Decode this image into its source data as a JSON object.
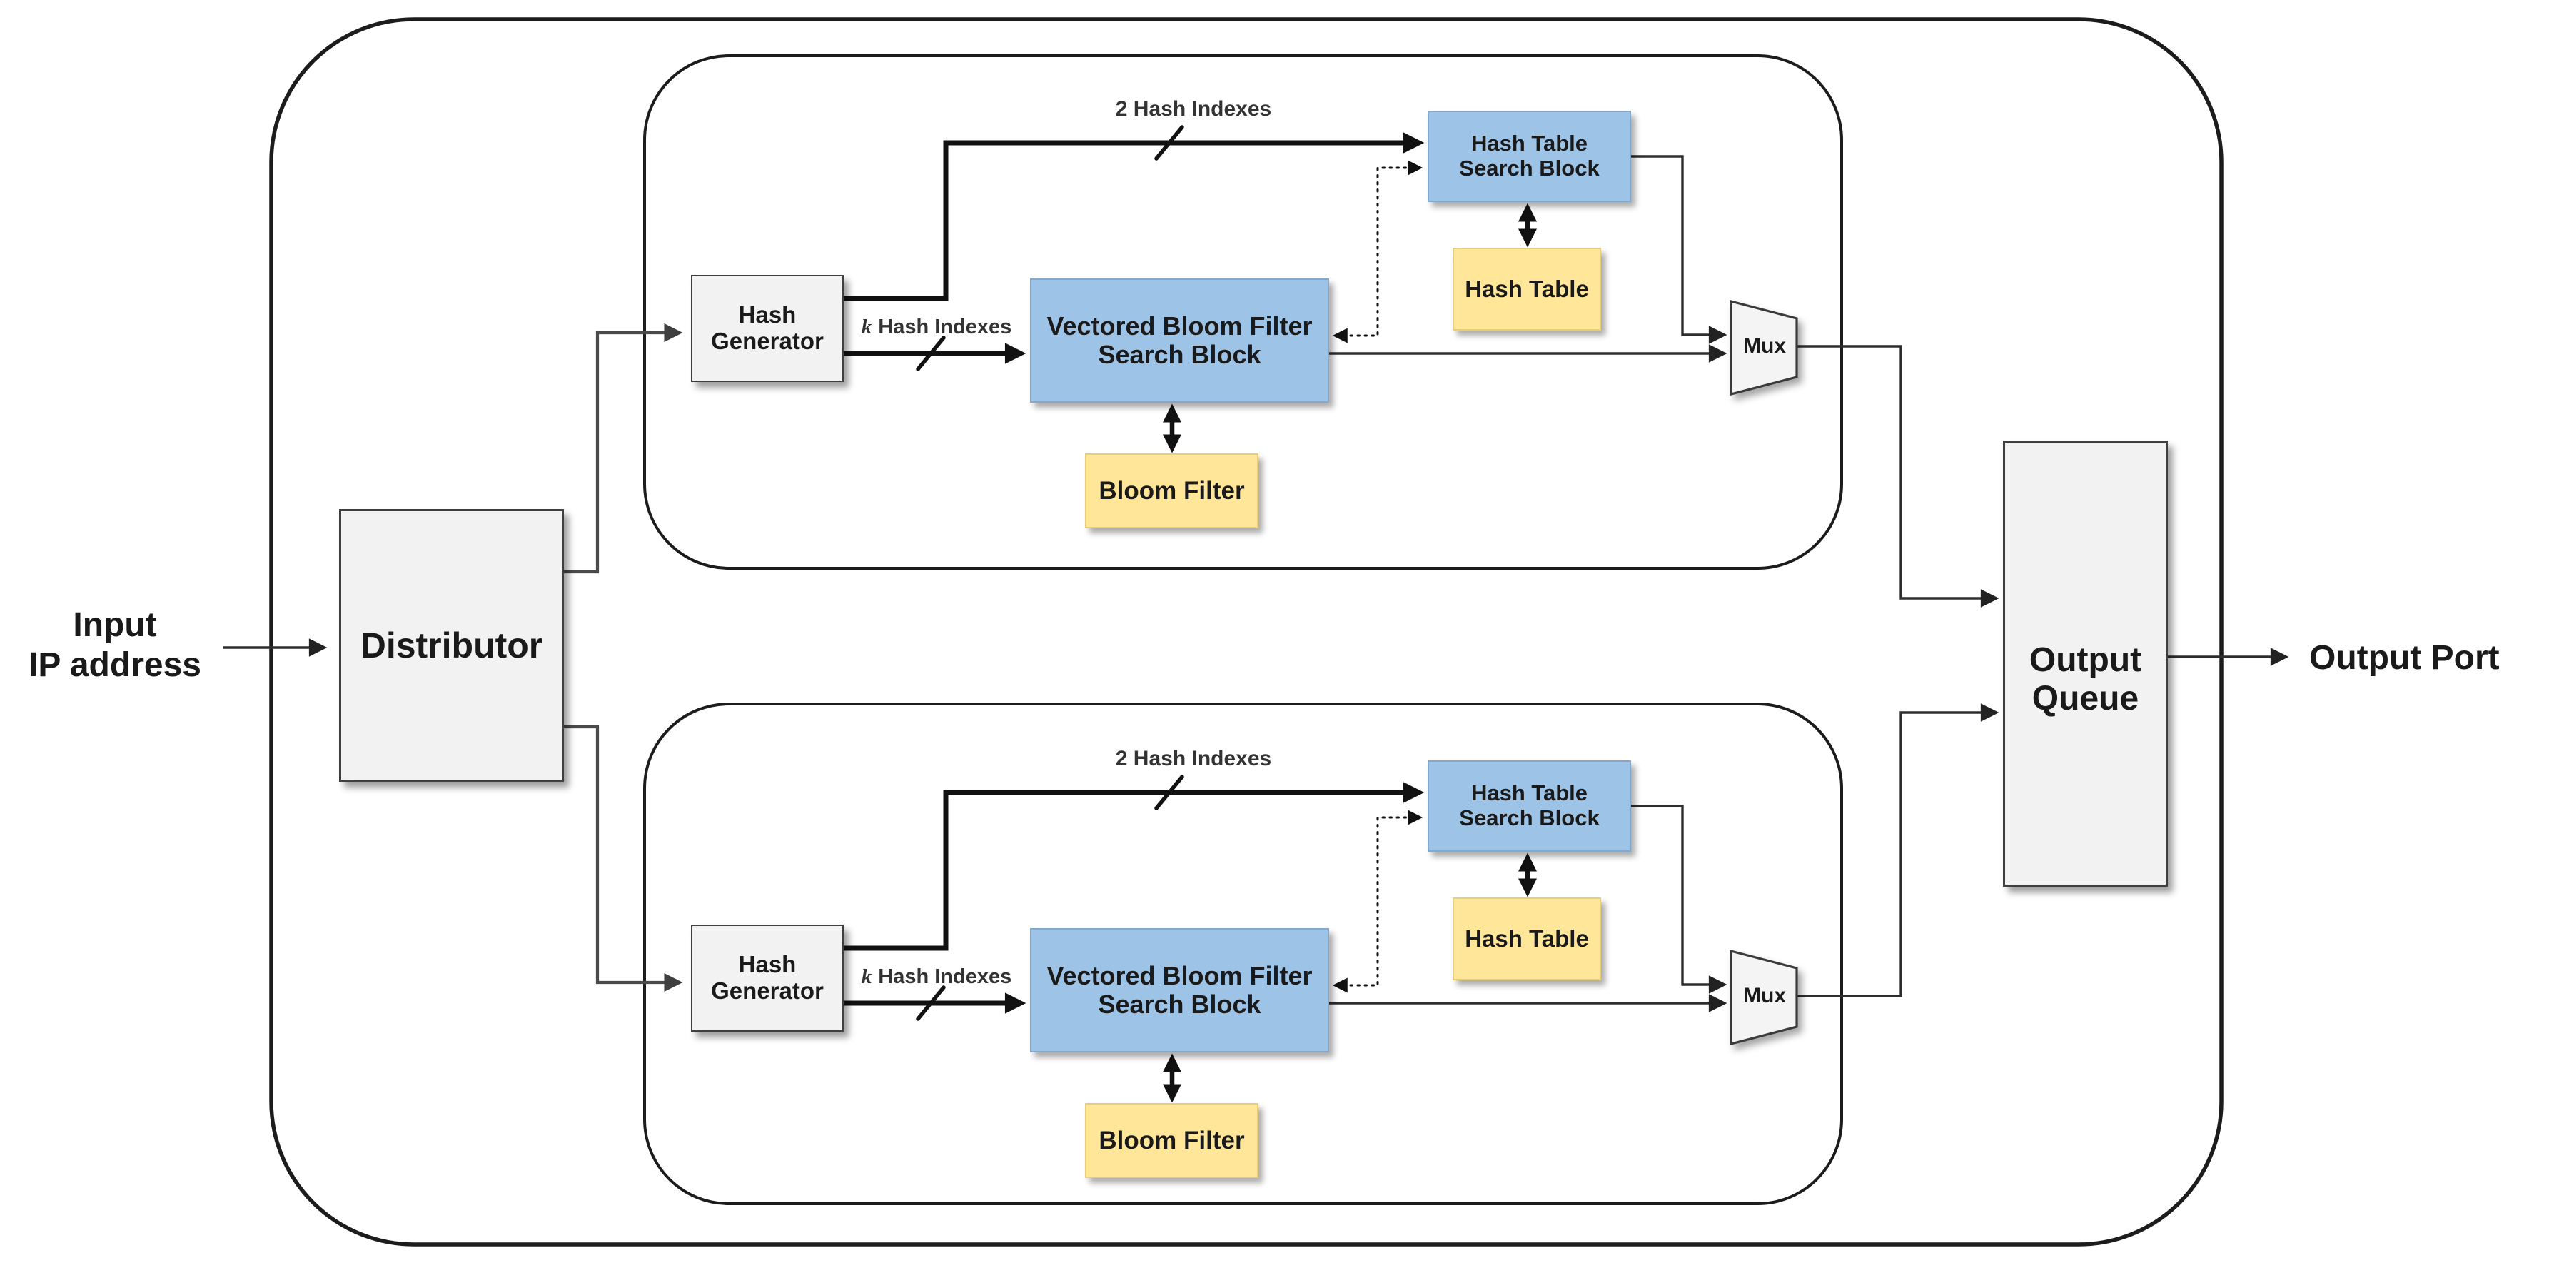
{
  "diagram": {
    "title_semantic": "Vectored Bloom Filter IP lookup architecture block diagram",
    "input_label": {
      "line1": "Input",
      "line2": "IP address"
    },
    "output_label": "Output Port",
    "distributor_label": "Distributor",
    "output_queue": {
      "line1": "Output",
      "line2": "Queue"
    },
    "colors": {
      "block_blue": "#9DC3E6",
      "block_yellow": "#FFE699",
      "block_gray": "#F2F2F2",
      "line_black": "#111111",
      "line_gray": "#3F3F3F"
    },
    "pipelines": [
      {
        "hash_generator": {
          "line1": "Hash",
          "line2": "Generator"
        },
        "bus2_label": "2 Hash Indexes",
        "busk_k": "k",
        "busk_rest": "Hash Indexes",
        "vbf": {
          "line1": "Vectored Bloom Filter",
          "line2": "Search Block"
        },
        "bloom_filter": "Bloom Filter",
        "htsb": {
          "line1": "Hash Table",
          "line2": "Search Block"
        },
        "hash_table": "Hash Table",
        "mux": "Mux"
      },
      {
        "hash_generator": {
          "line1": "Hash",
          "line2": "Generator"
        },
        "bus2_label": "2 Hash Indexes",
        "busk_k": "k",
        "busk_rest": "Hash Indexes",
        "vbf": {
          "line1": "Vectored Bloom Filter",
          "line2": "Search Block"
        },
        "bloom_filter": "Bloom Filter",
        "htsb": {
          "line1": "Hash Table",
          "line2": "Search Block"
        },
        "hash_table": "Hash Table",
        "mux": "Mux"
      }
    ]
  }
}
